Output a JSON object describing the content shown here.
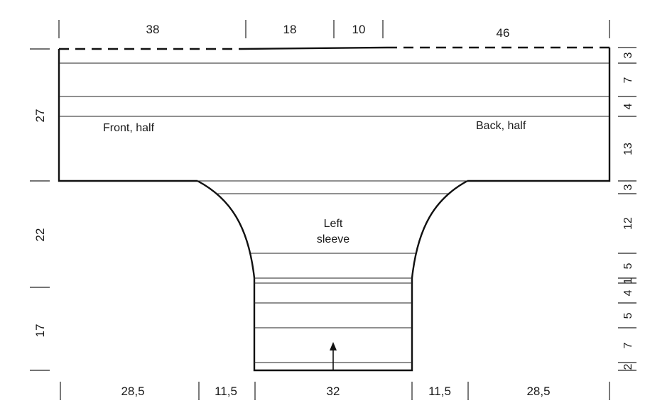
{
  "labels": {
    "front": "Front, half",
    "back": "Back, half",
    "sleeve_line1": "Left",
    "sleeve_line2": "sleeve"
  },
  "top_dimensions": [
    "38",
    "18",
    "10",
    "46"
  ],
  "bottom_dimensions": [
    "28,5",
    "11,5",
    "32",
    "11,5",
    "28,5"
  ],
  "left_dimensions": [
    "27",
    "22",
    "17"
  ],
  "right_dimensions": [
    "3",
    "7",
    "4",
    "13",
    "3",
    "12",
    "5",
    "1",
    "4",
    "5",
    "7",
    "2"
  ]
}
